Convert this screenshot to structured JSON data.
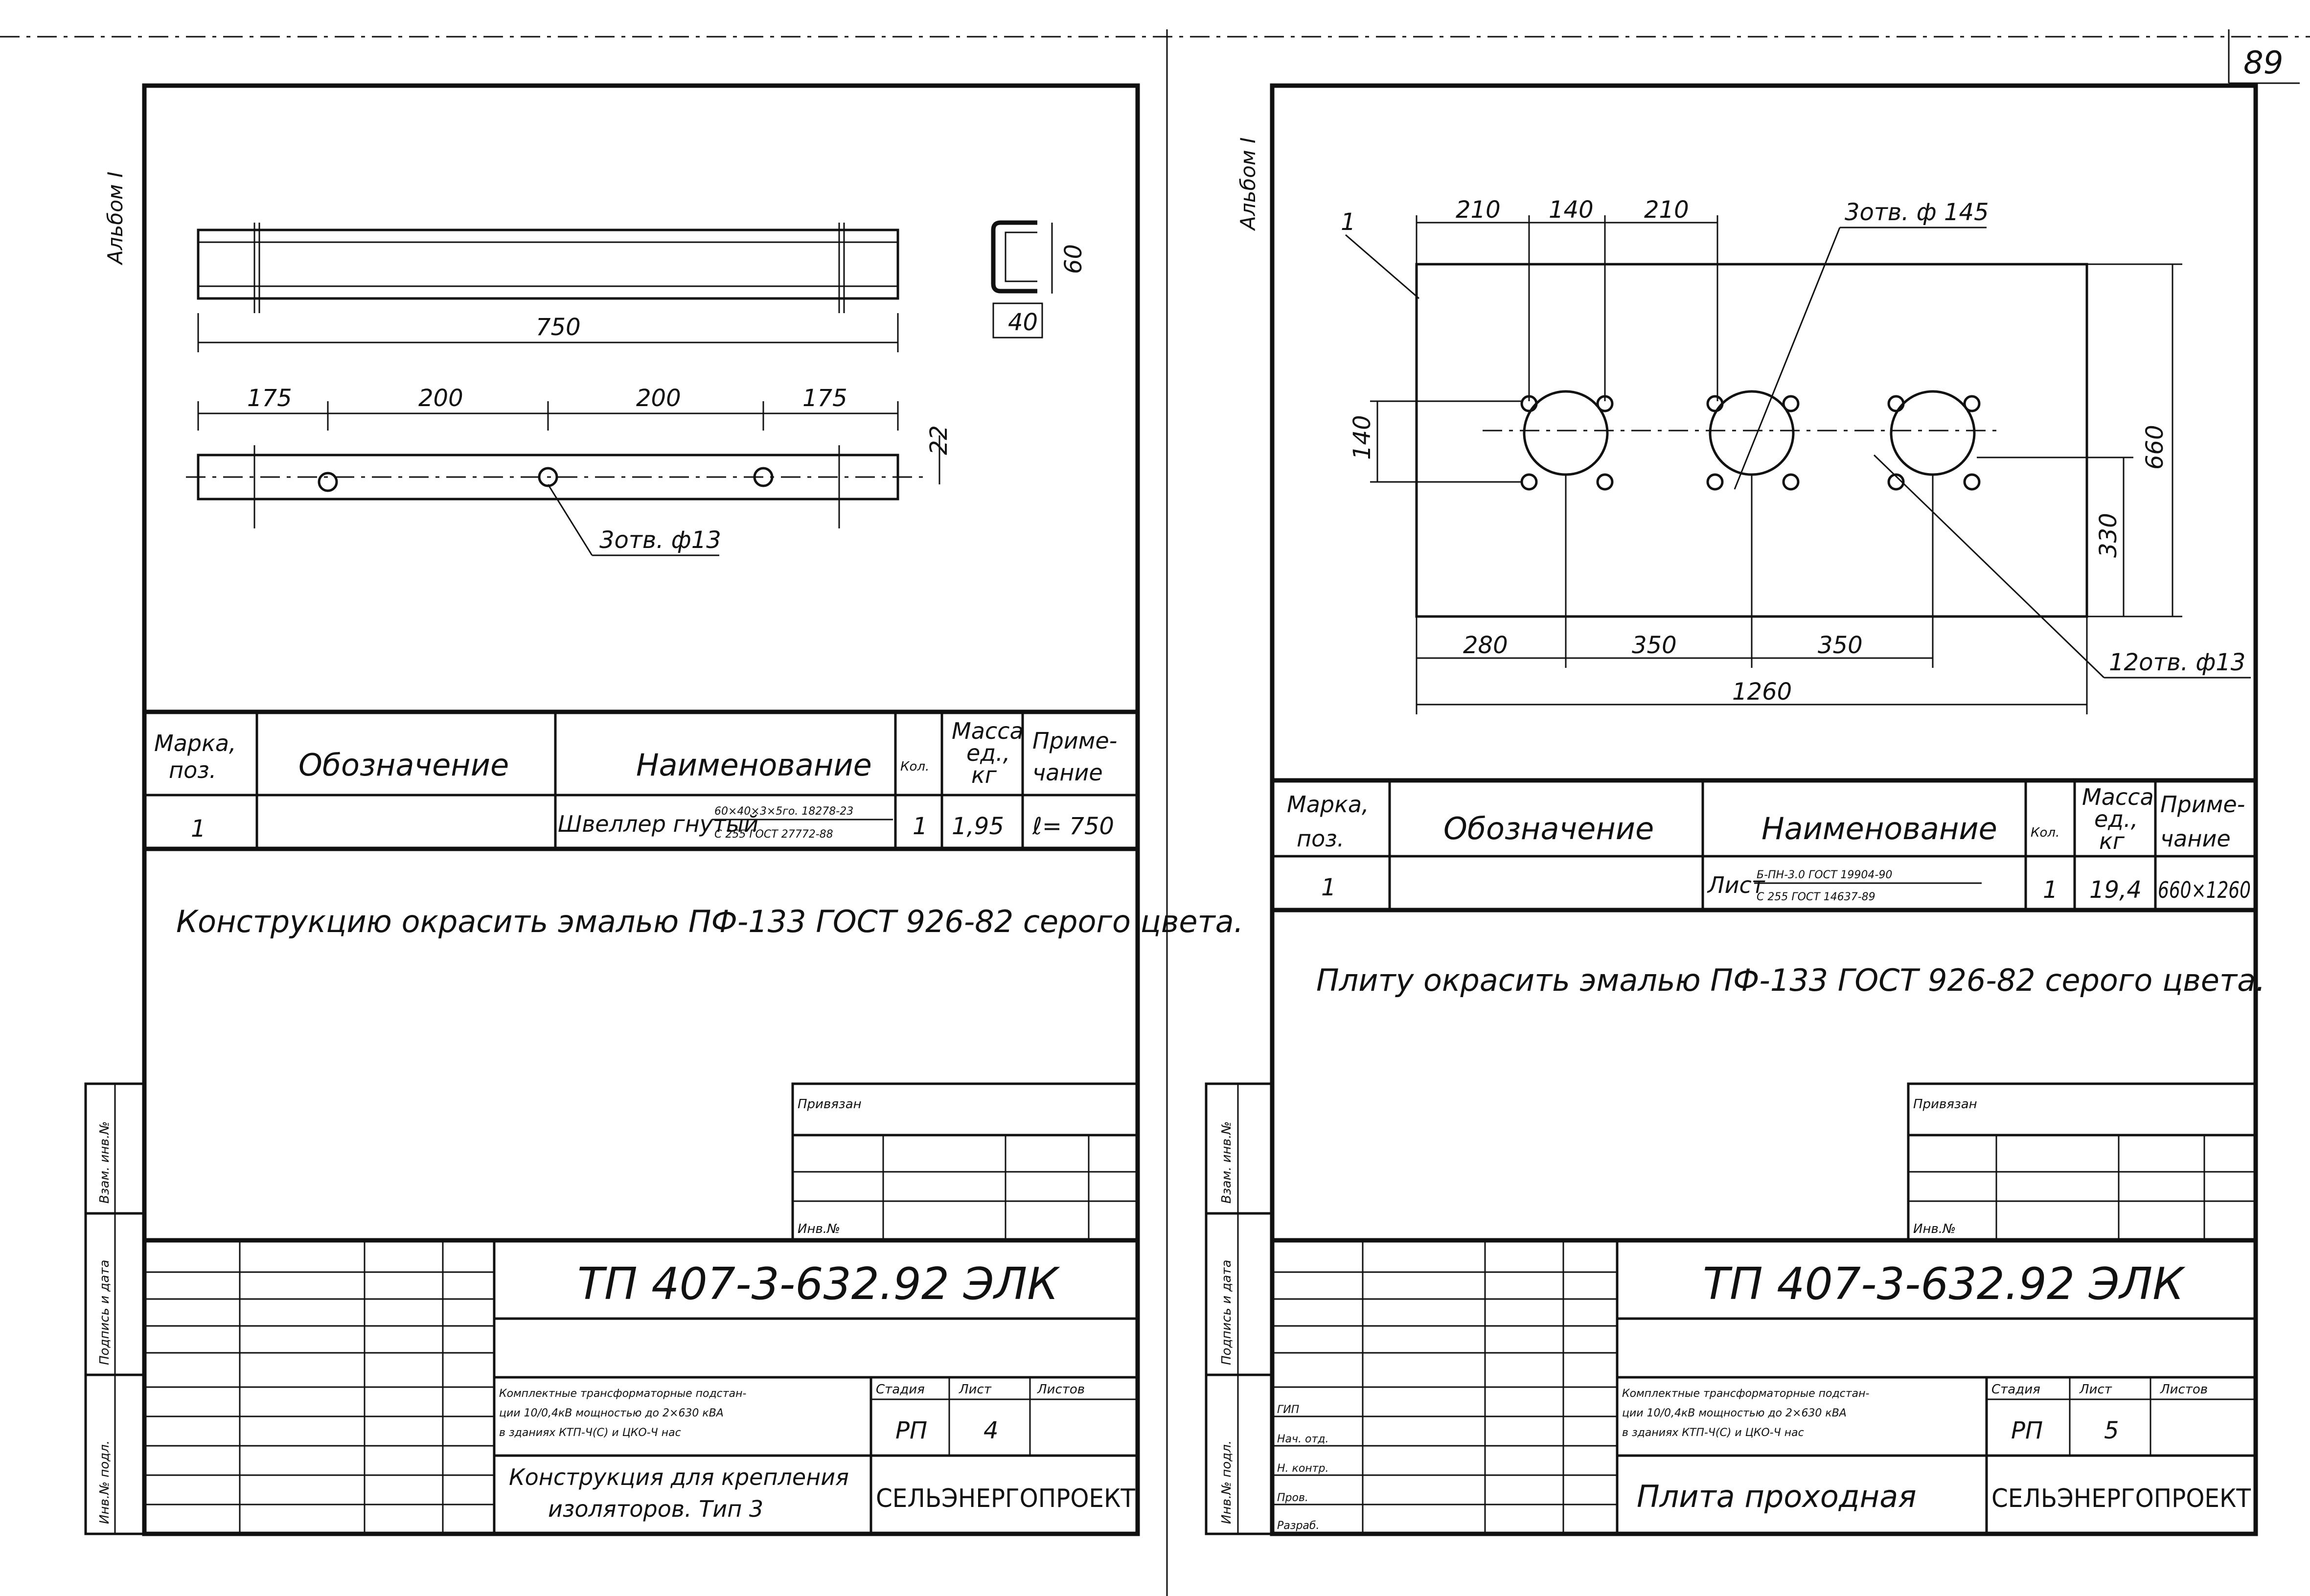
{
  "page_number": "89",
  "album_label": "Альбом I",
  "left_sheet": {
    "drawing": {
      "length": "750",
      "channel_height": "60",
      "channel_width": "40",
      "seg1": "175",
      "seg2": "200",
      "seg3": "200",
      "seg4": "175",
      "end_dim": "22",
      "holes_label": "3отв. ф13"
    },
    "spec": {
      "headers": {
        "mark": "Марка,",
        "pos": "поз.",
        "designation": "Обозначение",
        "name": "Наименование",
        "qty": "Кол.",
        "mass": "Масса",
        "mass_unit1": "ед.,",
        "mass_unit2": "кг",
        "note1": "Приме-",
        "note2": "чание"
      },
      "row": {
        "mark": "1",
        "designation": "",
        "name": "Швеллер гнутый",
        "material_top": "60×40×3×5го. 18278-23",
        "material_bottom": "С 255 ГОСТ 27772-88",
        "qty": "1",
        "mass": "1,95",
        "note": "ℓ= 750"
      }
    },
    "paint_note": "Конструкцию окрасить эмалью ПФ-133 ГОСТ 926-82 серого цвета.",
    "stamp": {
      "privyazan": "Привязан",
      "inv": "Инв.№",
      "doc_code": "ТП 407-3-632.92 ЭЛК",
      "project_title_1": "Комплектные трансформаторные подстан-",
      "project_title_2": "ции 10/0,4кВ мощностью до 2×630 кВА",
      "project_title_3": "в зданиях КТП-Ч(С) и ЦКО-Ч нас",
      "sheet_title_1": "Конструкция для крепления",
      "sheet_title_2": "изоляторов. Тип 3",
      "stage_label": "Стадия",
      "sheet_label": "Лист",
      "sheets_label": "Листов",
      "stage": "РП",
      "sheet_no": "4",
      "organization": "СЕЛЬЭНЕРГОПРОЕКТ"
    },
    "side_labels": [
      "Взам. инв.№",
      "Подпись и дата",
      "Инв.№ подл."
    ]
  },
  "right_sheet": {
    "drawing": {
      "leader_label": "1",
      "top_seg1": "210",
      "top_seg2": "140",
      "top_seg3": "210",
      "big_holes_label": "3отв. ф 145",
      "hole_spacing": "140",
      "height": "660",
      "half_height": "330",
      "bottom_seg1": "280",
      "bottom_seg2": "350",
      "bottom_seg3": "350",
      "width": "1260",
      "small_holes_label": "12отв. ф13"
    },
    "spec": {
      "headers": {
        "mark": "Марка,",
        "pos": "поз.",
        "designation": "Обозначение",
        "name": "Наименование",
        "qty": "Кол.",
        "mass": "Масса",
        "mass_unit1": "ед.,",
        "mass_unit2": "кг",
        "note1": "Приме-",
        "note2": "чание"
      },
      "row": {
        "mark": "1",
        "designation": "",
        "name": "Лист",
        "material_top": "Б-ПН-3.0 ГОСТ 19904-90",
        "material_bottom": "С 255 ГОСТ 14637-89",
        "qty": "1",
        "mass": "19,4",
        "note": "660×1260"
      }
    },
    "paint_note": "Плиту окрасить эмалью ПФ-133 ГОСТ 926-82 серого цвета.",
    "stamp": {
      "privyazan": "Привязан",
      "inv": "Инв.№",
      "doc_code": "ТП 407-3-632.92 ЭЛК",
      "project_title_1": "Комплектные трансформаторные подстан-",
      "project_title_2": "ции 10/0,4кВ мощностью до 2×630 кВА",
      "project_title_3": "в зданиях КТП-Ч(С) и ЦКО-Ч нас",
      "sheet_title_1": "Плита проходная",
      "stage_label": "Стадия",
      "sheet_label": "Лист",
      "sheets_label": "Листов",
      "stage": "РП",
      "sheet_no": "5",
      "organization": "СЕЛЬЭНЕРГОПРОЕКТ",
      "roles": [
        "ГИП",
        "Нач. отд.",
        "Н. контр.",
        "Пров.",
        "Разраб."
      ]
    },
    "side_labels": [
      "Взам. инв.№",
      "Подпись и дата",
      "Инв.№ подл."
    ]
  }
}
